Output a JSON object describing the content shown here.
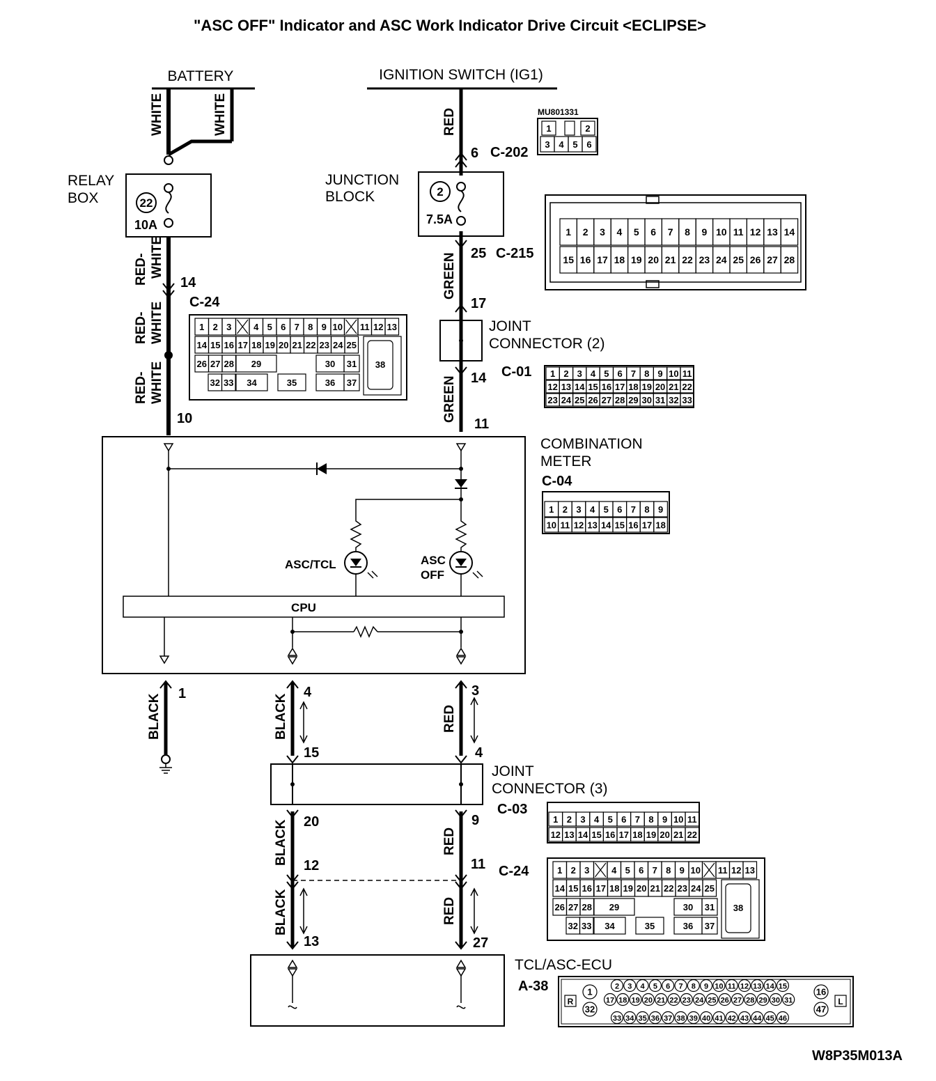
{
  "title": "\"ASC OFF\" Indicator and ASC Work Indicator Drive Circuit <ECLIPSE>",
  "figure_code": "W8P35M013A",
  "sources": {
    "battery": "BATTERY",
    "ignition": "IGNITION SWITCH (IG1)"
  },
  "relay_box": {
    "label_line1": "RELAY",
    "label_line2": "BOX",
    "fuse_no": "22",
    "fuse_rating": "10A"
  },
  "junction_block": {
    "label_line1": "JUNCTION",
    "label_line2": "BLOCK",
    "fuse_no": "2",
    "fuse_rating": "7.5A"
  },
  "joint_connector_2": {
    "line1": "JOINT",
    "line2": "CONNECTOR (2)",
    "code": "C-01"
  },
  "joint_connector_3": {
    "line1": "JOINT",
    "line2": "CONNECTOR (3)",
    "code": "C-03"
  },
  "combination_meter": {
    "line1": "COMBINATION",
    "line2": "METER",
    "code": "C-04",
    "cpu": "CPU",
    "lamp1": "ASC/TCL",
    "lamp2_line1": "ASC",
    "lamp2_line2": "OFF"
  },
  "ecu": {
    "label": "TCL/ASC-ECU",
    "code": "A-38"
  },
  "wire_colors": {
    "white": "WHITE",
    "red_white_1": "RED-",
    "red_white_2": "WHITE",
    "red": "RED",
    "green": "GREEN",
    "black": "BLACK"
  },
  "pins": {
    "c202": "6",
    "c215": "25",
    "c24_top": "14",
    "c24_bot": "10",
    "jc2_in": "17",
    "jc2_out": "14",
    "meter_ig": "11",
    "meter_gnd": "1",
    "meter_4": "4",
    "meter_3": "3",
    "jc3_in_l": "15",
    "jc3_in_r": "4",
    "jc3_out_l": "20",
    "jc3_out_r": "9",
    "c24b_l": "12",
    "c24b_r": "11",
    "ecu_l": "13",
    "ecu_r": "27"
  },
  "connector_codes": {
    "c202": "C-202",
    "c215": "C-215",
    "c24": "C-24",
    "c01": "C-01",
    "c04": "C-04",
    "c03": "C-03",
    "c24b": "C-24",
    "a38": "A-38",
    "mu": "MU801331"
  },
  "connector_pins": {
    "c202": {
      "row1": [
        "1",
        "",
        "2"
      ],
      "row2": [
        "3",
        "4",
        "5",
        "6"
      ]
    },
    "c215": {
      "row1": [
        "1",
        "2",
        "3",
        "4",
        "5",
        "6",
        "7",
        "8",
        "9",
        "10",
        "11",
        "12",
        "13",
        "14"
      ],
      "row2": [
        "15",
        "16",
        "17",
        "18",
        "19",
        "20",
        "21",
        "22",
        "23",
        "24",
        "25",
        "26",
        "27",
        "28"
      ]
    },
    "c24": {
      "row1": [
        "1",
        "2",
        "3",
        "",
        "4",
        "5",
        "6",
        "7",
        "8",
        "9",
        "10",
        "",
        "11",
        "12",
        "13"
      ],
      "row2": [
        "14",
        "15",
        "16",
        "17",
        "18",
        "19",
        "20",
        "21",
        "22",
        "23",
        "24",
        "25"
      ],
      "row3": [
        "26",
        "27",
        "28",
        "29",
        "30",
        "31"
      ],
      "row4": [
        "32",
        "33",
        "34",
        "35",
        "36",
        "37"
      ],
      "big": "38"
    },
    "c01": {
      "row1": [
        "1",
        "2",
        "3",
        "4",
        "5",
        "6",
        "7",
        "8",
        "9",
        "10",
        "11"
      ],
      "row2": [
        "12",
        "13",
        "14",
        "15",
        "16",
        "17",
        "18",
        "19",
        "20",
        "21",
        "22"
      ],
      "row3": [
        "23",
        "24",
        "25",
        "26",
        "27",
        "28",
        "29",
        "30",
        "31",
        "32",
        "33"
      ]
    },
    "c04": {
      "row1": [
        "1",
        "2",
        "3",
        "4",
        "5",
        "6",
        "7",
        "8",
        "9"
      ],
      "row2": [
        "10",
        "11",
        "12",
        "13",
        "14",
        "15",
        "16",
        "17",
        "18"
      ]
    },
    "c03": {
      "row1": [
        "1",
        "2",
        "3",
        "4",
        "5",
        "6",
        "7",
        "8",
        "9",
        "10",
        "11"
      ],
      "row2": [
        "12",
        "13",
        "14",
        "15",
        "16",
        "17",
        "18",
        "19",
        "20",
        "21",
        "22"
      ]
    },
    "a38": {
      "left_top": "1",
      "left_bot": "32",
      "row1": [
        "2",
        "3",
        "4",
        "5",
        "6",
        "7",
        "8",
        "9",
        "10",
        "11",
        "12",
        "13",
        "14",
        "15"
      ],
      "row2": [
        "17",
        "18",
        "19",
        "20",
        "21",
        "22",
        "23",
        "24",
        "25",
        "26",
        "27",
        "28",
        "29",
        "30",
        "31"
      ],
      "row3": [
        "33",
        "34",
        "35",
        "36",
        "37",
        "38",
        "39",
        "40",
        "41",
        "42",
        "43",
        "44",
        "45",
        "46"
      ],
      "right_top": "16",
      "right_bot": "47",
      "r": "R",
      "l": "L"
    }
  }
}
